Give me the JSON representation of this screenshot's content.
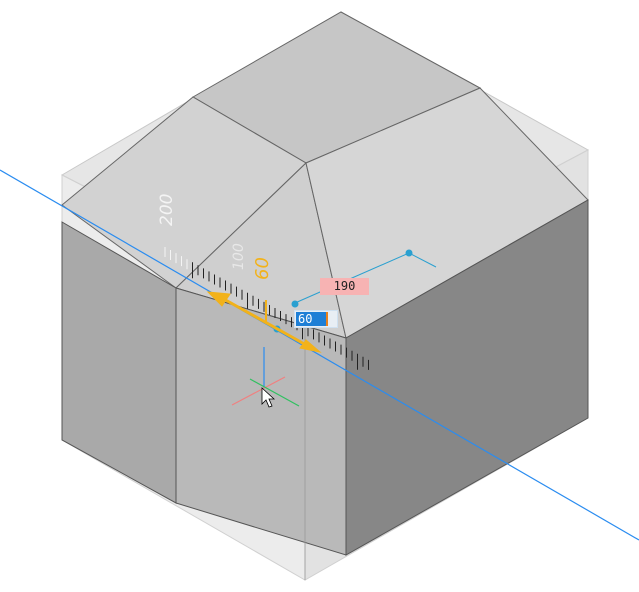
{
  "viewport": {
    "dimension_tooltip": "190",
    "dynamic_input_value": "60",
    "ruler_labels": [
      "200",
      "100"
    ],
    "ruler_value_label": "60",
    "colors": {
      "axis_line": "#2a8cf0",
      "grip": "#2aa0d0",
      "accent": "#f2b21a",
      "tooltip_bg": "#f7b3b3",
      "input_bg": "#1e7fd6"
    }
  }
}
